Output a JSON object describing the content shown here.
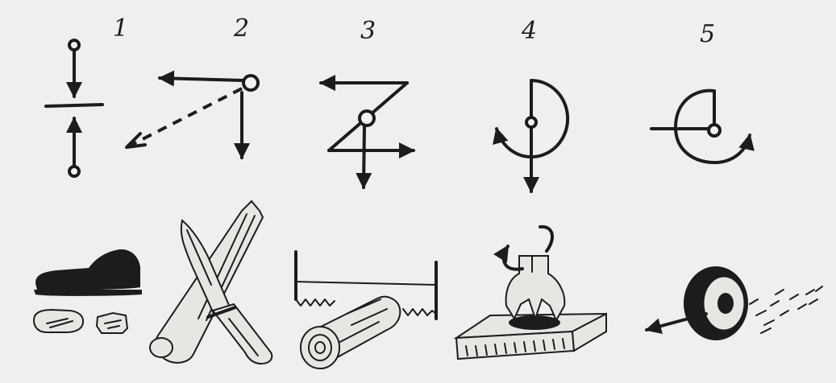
{
  "figure": {
    "panels": [
      {
        "number": "1",
        "illustration": "shoe-sole-pieces"
      },
      {
        "number": "2",
        "illustration": "knife-cutting-branch"
      },
      {
        "number": "3",
        "illustration": "bow-saw-cutting-log"
      },
      {
        "number": "4",
        "illustration": "drill-on-board"
      },
      {
        "number": "5",
        "illustration": "rolling-wheel"
      }
    ]
  },
  "colors": {
    "ink": "#1c1c1c",
    "paper": "#efefed"
  }
}
